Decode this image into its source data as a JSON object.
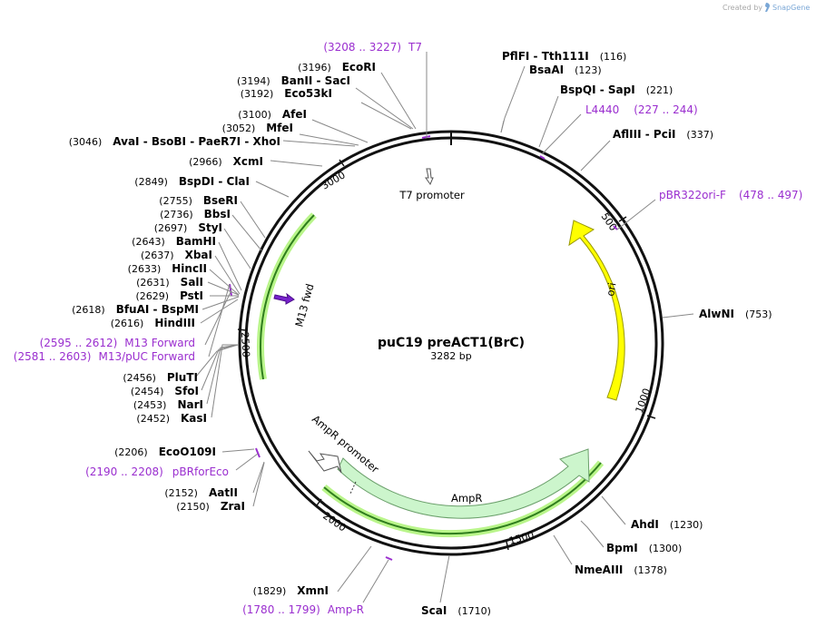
{
  "credit": {
    "prefix": "Created by",
    "brand": "SnapGene"
  },
  "plasmid": {
    "name": "puC19 preACT1(BrC)",
    "size_label": "3282 bp",
    "length": 3282
  },
  "ticks": [
    {
      "pos": 500,
      "label": "500"
    },
    {
      "pos": 1000,
      "label": "1000"
    },
    {
      "pos": 1500,
      "label": "1500"
    },
    {
      "pos": 2000,
      "label": "2000"
    },
    {
      "pos": 2500,
      "label": "2500"
    },
    {
      "pos": 3000,
      "label": "3000"
    }
  ],
  "features": [
    {
      "id": "ori",
      "label": "ori",
      "color": "#ffff00",
      "border": "#999900"
    },
    {
      "id": "ampr",
      "label": "AmpR",
      "color": "#ccf5cc",
      "border": "#6a9f6a"
    },
    {
      "id": "ampr-promoter",
      "label": "AmpR promoter",
      "color": "#ffffff",
      "border": "#555555"
    },
    {
      "id": "t7-promoter",
      "label": "T7 promoter",
      "color": "#ffffff",
      "border": "#555555"
    },
    {
      "id": "m13-fwd",
      "label": "M13 fwd",
      "color": "#7722cc",
      "border": "#4b0e8a"
    },
    {
      "id": "lacz-green",
      "label": "",
      "color": "#2f7d1e",
      "border": "#2f7d1e"
    }
  ],
  "enzymes": [
    {
      "key": "pflfi",
      "name": "PflFI",
      "sep": " - ",
      "name2": "Tth111I",
      "pos": "(116)"
    },
    {
      "key": "bsaai",
      "name": "BsaAI",
      "pos": "(123)"
    },
    {
      "key": "bspqi",
      "name": "BspQI",
      "sep": " - ",
      "name2": "SapI",
      "pos": "(221)"
    },
    {
      "key": "afliii",
      "name": "AflIII",
      "sep": " - ",
      "name2": "PciI",
      "pos": "(337)"
    },
    {
      "key": "alwni",
      "name": "AlwNI",
      "pos": "(753)"
    },
    {
      "key": "ahdi",
      "name": "AhdI",
      "pos": "(1230)"
    },
    {
      "key": "bpmi",
      "name": "BpmI",
      "pos": "(1300)"
    },
    {
      "key": "nmeaiii",
      "name": "NmeAIII",
      "pos": "(1378)"
    },
    {
      "key": "scai",
      "name": "ScaI",
      "pos": "(1710)"
    },
    {
      "key": "xmni",
      "name": "XmnI",
      "pos": "(1829)"
    },
    {
      "key": "zrai",
      "name": "ZraI",
      "pos": "(2150)"
    },
    {
      "key": "aatii",
      "name": "AatII",
      "pos": "(2152)"
    },
    {
      "key": "ecoo109i",
      "name": "EcoO109I",
      "pos": "(2206)"
    },
    {
      "key": "kasi",
      "name": "KasI",
      "pos": "(2452)"
    },
    {
      "key": "nari",
      "name": "NarI",
      "pos": "(2453)"
    },
    {
      "key": "sfoi",
      "name": "SfoI",
      "pos": "(2454)"
    },
    {
      "key": "pluti",
      "name": "PluTI",
      "pos": "(2456)"
    },
    {
      "key": "hindiii",
      "name": "HindIII",
      "pos": "(2616)"
    },
    {
      "key": "bfuai",
      "name": "BfuAI",
      "sep": " - ",
      "name2": "BspMI",
      "pos": "(2618)"
    },
    {
      "key": "psti",
      "name": "PstI",
      "pos": "(2629)"
    },
    {
      "key": "sali",
      "name": "SalI",
      "pos": "(2631)"
    },
    {
      "key": "hincii",
      "name": "HincII",
      "pos": "(2633)"
    },
    {
      "key": "xbai",
      "name": "XbaI",
      "pos": "(2637)"
    },
    {
      "key": "bamhi",
      "name": "BamHI",
      "pos": "(2643)"
    },
    {
      "key": "styi",
      "name": "StyI",
      "pos": "(2697)"
    },
    {
      "key": "bbsi",
      "name": "BbsI",
      "pos": "(2736)"
    },
    {
      "key": "bseri",
      "name": "BseRI",
      "pos": "(2755)"
    },
    {
      "key": "bspdi",
      "name": "BspDI",
      "sep": " - ",
      "name2": "ClaI",
      "pos": "(2849)"
    },
    {
      "key": "xcmi",
      "name": "XcmI",
      "pos": "(2966)"
    },
    {
      "key": "avai",
      "name": "AvaI",
      "sep": " - ",
      "name2": "BsoBI",
      "name3": "PaeR7I",
      "name4": "XhoI",
      "pos": "(3046)"
    },
    {
      "key": "mfei",
      "name": "MfeI",
      "pos": "(3052)"
    },
    {
      "key": "afei",
      "name": "AfeI",
      "pos": "(3100)"
    },
    {
      "key": "eco53ki",
      "name": "Eco53kI",
      "pos": "(3192)"
    },
    {
      "key": "banii",
      "name": "BanII",
      "sep": " - ",
      "name2": "SacI",
      "pos": "(3194)"
    },
    {
      "key": "ecori",
      "name": "EcoRI",
      "pos": "(3196)"
    }
  ],
  "primers": [
    {
      "key": "t7",
      "name": "T7",
      "range": "(3208 .. 3227)"
    },
    {
      "key": "l4440",
      "name": "L4440",
      "range": "(227 .. 244)"
    },
    {
      "key": "pbr322ori",
      "name": "pBR322ori-F",
      "range": "(478 .. 497)"
    },
    {
      "key": "m13fwd",
      "name": "M13 Forward",
      "range": "(2595 .. 2612)"
    },
    {
      "key": "m13puc",
      "name": "M13/pUC Forward",
      "range": "(2581 .. 2603)"
    },
    {
      "key": "pbrforeco",
      "name": "pBRforEco",
      "range": "(2190 .. 2208)"
    },
    {
      "key": "ampr",
      "name": "Amp-R",
      "range": "(1780 .. 1799)"
    }
  ],
  "colors": {
    "primer": "#9a2ecf",
    "backbone": "#111111"
  }
}
